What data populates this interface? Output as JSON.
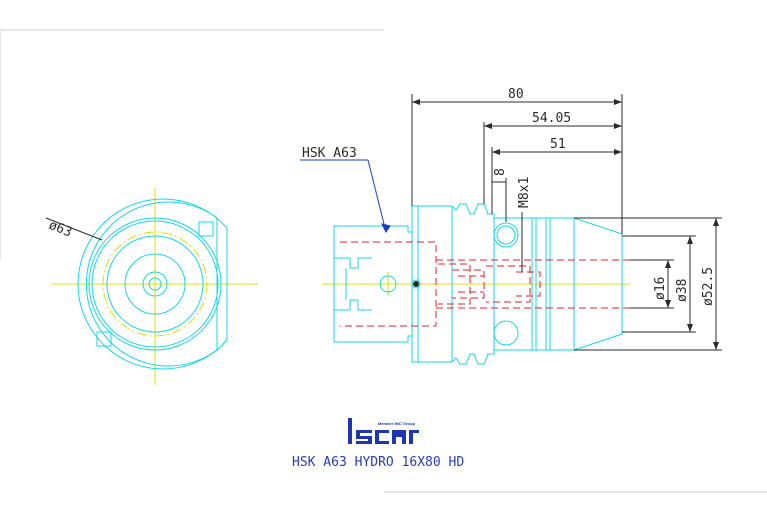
{
  "colors": {
    "background": "#ffffff",
    "outline": "#14d8e6",
    "hidden": "#e8202a",
    "centerline": "#e0e000",
    "dimension": "#2b2b2b",
    "leader": "#1a3ccc",
    "title": "#2a3cb8",
    "logo": "#1f35b4",
    "frame": "#cfcfcf"
  },
  "front_view": {
    "diameter_label": "ø63"
  },
  "side_view": {
    "callout_label": "HSK A63",
    "dimensions": {
      "overall_length": "80",
      "length_mid": "54.05",
      "length_short": "51",
      "length_tiny": "8",
      "thread": "M8x1",
      "bore_diameter": "ø16",
      "nose_diameter": "ø38",
      "body_diameter": "ø52.5"
    }
  },
  "logo": {
    "tagline": "Member IMC Group",
    "wordmark": "Iscar"
  },
  "title_block": {
    "title": "HSK A63 HYDRO 16X80 HD"
  }
}
